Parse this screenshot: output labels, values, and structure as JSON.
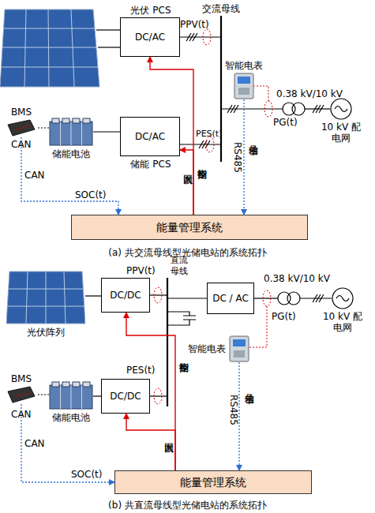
{
  "diagram": {
    "nodes": [
      {
        "text": [
          "光伏 PCS",
          "DC/AC"
        ]
      },
      {
        "text": [
          "智能电表"
        ]
      },
      {
        "text": [
          "10 kV 配电网"
        ]
      },
      {
        "text": [
          "BMS"
        ]
      },
      {
        "text": [
          "储能电池"
        ]
      },
      {
        "text": [
          "DC/AC",
          "储能 PCS"
        ]
      },
      {
        "text": [
          "能量管理系统"
        ]
      },
      {
        "text": [
          "光伏阵列"
        ]
      },
      {
        "text": [
          "DC/DC"
        ]
      },
      {
        "text": [
          "DC / AC"
        ]
      },
      {
        "text": [
          "10 kV 配电网"
        ]
      },
      {
        "text": [
          "智能电表"
        ]
      },
      {
        "text": [
          "BMS"
        ]
      },
      {
        "text": [
          "储能电池"
        ]
      },
      {
        "text": [
          "DC/DC"
        ]
      },
      {
        "text": [
          "能量管理系统"
        ]
      }
    ],
    "edges": [
      {
        "from": 6,
        "to": 0,
        "arrow": "to"
      },
      {
        "from": 6,
        "to": 5,
        "arrow": "to"
      },
      {
        "from": 1,
        "to": 6,
        "arrow": "to"
      },
      {
        "from": 3,
        "to": 6,
        "arrow": "to"
      },
      {
        "from": 4,
        "to": 3,
        "arrow": "none"
      },
      {
        "from": 4,
        "to": 5,
        "arrow": "none"
      },
      {
        "from": 7,
        "to": 8,
        "arrow": "none"
      },
      {
        "from": 13,
        "to": 14,
        "arrow": "none"
      },
      {
        "from": 13,
        "to": 12,
        "arrow": "none"
      },
      {
        "from": 12,
        "to": 15,
        "arrow": "to"
      },
      {
        "from": 11,
        "to": 15,
        "arrow": "to"
      },
      {
        "from": 15,
        "to": 8,
        "arrow": "to"
      },
      {
        "from": 15,
        "to": 14,
        "arrow": "to"
      }
    ],
    "labels": [
      "交流母线",
      "PPV(t)",
      "0.38 kV/10 kV",
      "PG(t)",
      "CAN",
      "PES(t)",
      "控制指令",
      "以太网",
      "RS485",
      "功率信号",
      "SOC(t)",
      "CAN",
      "(a) 共交流母线型光储电站的系统拓扑",
      "直流母线",
      "PPV(t)",
      "0.38 kV/10 kV",
      "PG(t)",
      "PES(t)",
      "CAN",
      "CAN",
      "SOC(t)",
      "控制指令",
      "以太网",
      "RS485",
      "功率信号",
      "(b) 共直流母线型光储电站的系统拓扑"
    ]
  }
}
